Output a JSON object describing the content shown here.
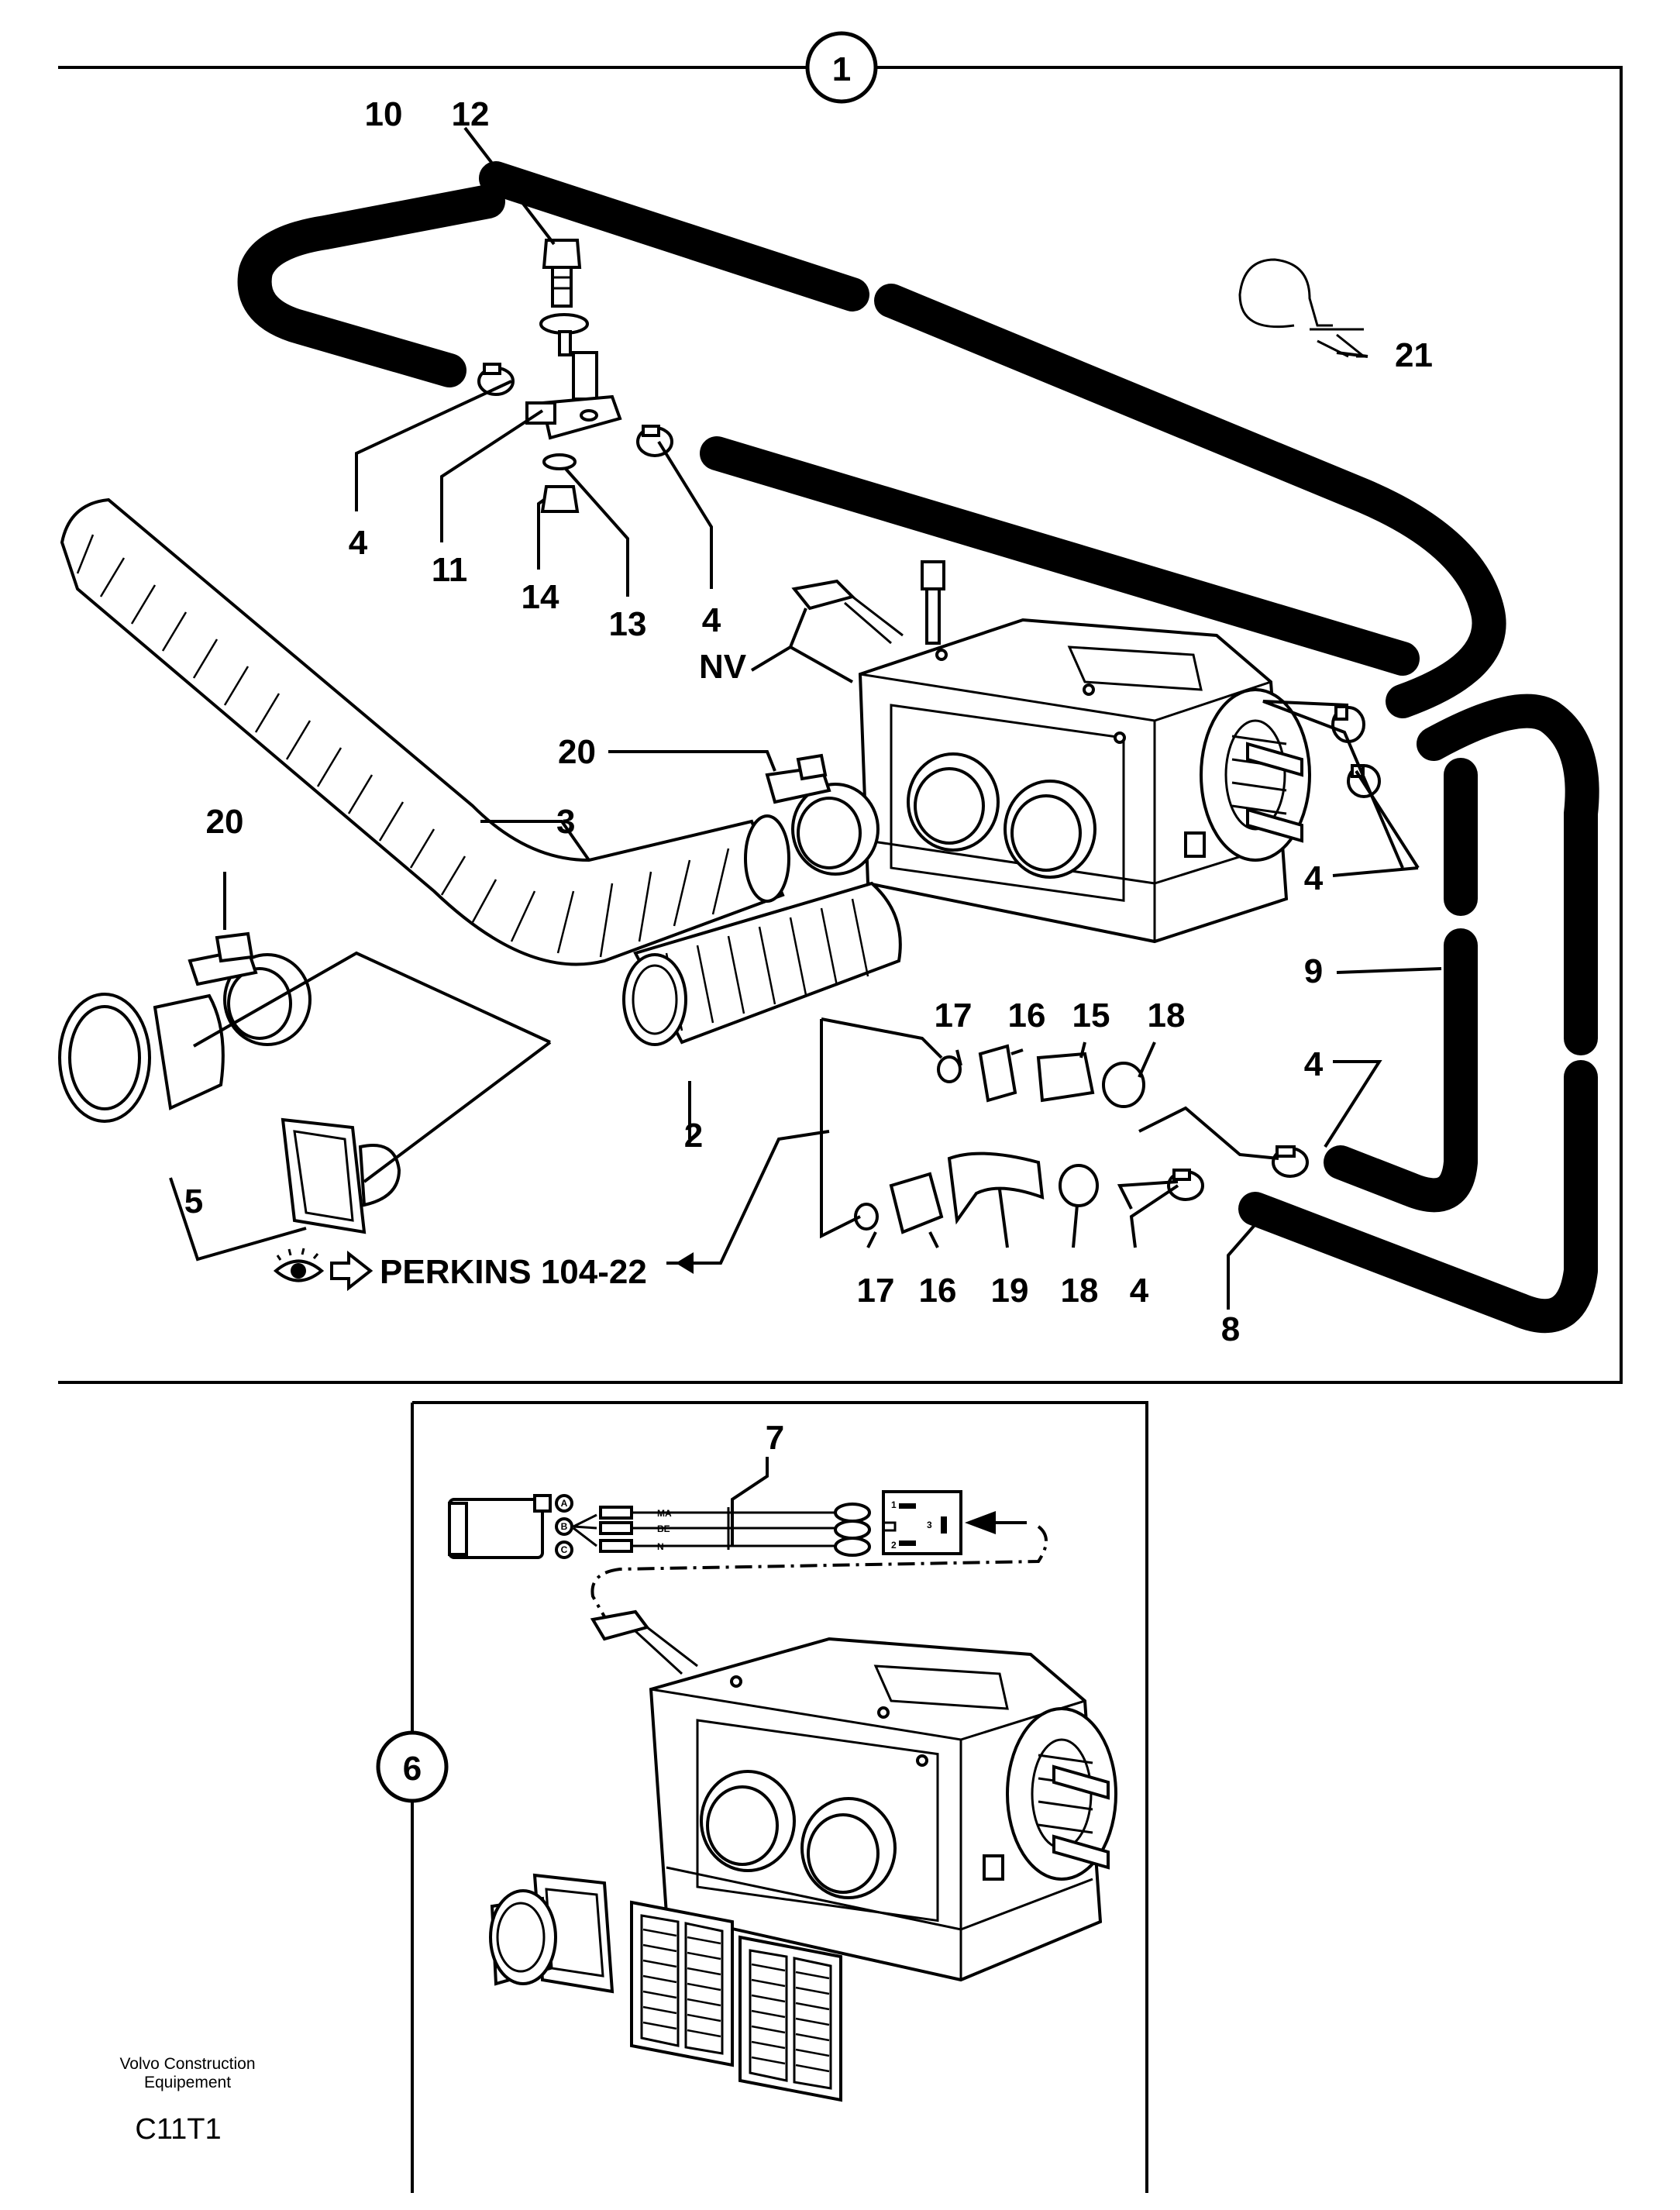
{
  "callouts": {
    "c1": "1",
    "c2": "2",
    "c3": "3",
    "c4a": "4",
    "c4b": "4",
    "c4c": "4",
    "c4d": "4",
    "c4e": "4",
    "c5": "5",
    "c6": "6",
    "c7": "7",
    "c8": "8",
    "c9": "9",
    "c10": "10",
    "c11": "11",
    "c12": "12",
    "c13": "13",
    "c14": "14",
    "c15": "15",
    "c16a": "16",
    "c16b": "16",
    "c17a": "17",
    "c17b": "17",
    "c18a": "18",
    "c18b": "18",
    "c19": "19",
    "c20a": "20",
    "c20b": "20",
    "c21": "21",
    "nv": "NV"
  },
  "reference": "PERKINS 104-22",
  "wiring": {
    "pins": [
      "A",
      "B",
      "C"
    ],
    "wires": [
      "MA",
      "BE",
      "N"
    ],
    "connector_pins": [
      "1",
      "3",
      "2"
    ]
  },
  "footer": {
    "company_line1": "Volvo Construction",
    "company_line2": "Equipement",
    "code": "C11T1"
  }
}
